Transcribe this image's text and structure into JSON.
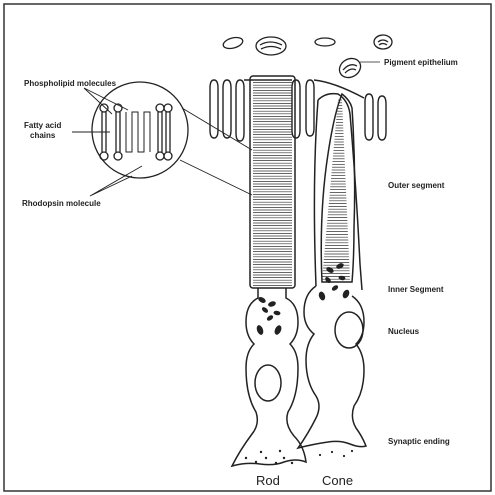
{
  "labels": {
    "phospholipid": "Phospholipid molecules",
    "fatty_acid_line1": "Fatty acid",
    "fatty_acid_line2": "chains",
    "rhodopsin": "Rhodopsin molecule",
    "pigment_epithelium": "Pigment epithelium",
    "outer_segment": "Outer segment",
    "inner_segment": "Inner Segment",
    "nucleus": "Nucleus",
    "synaptic_ending": "Synaptic ending",
    "rod": "Rod",
    "cone": "Cone"
  },
  "colors": {
    "ink": "#222222",
    "paper": "#ffffff",
    "frame": "#333333"
  }
}
